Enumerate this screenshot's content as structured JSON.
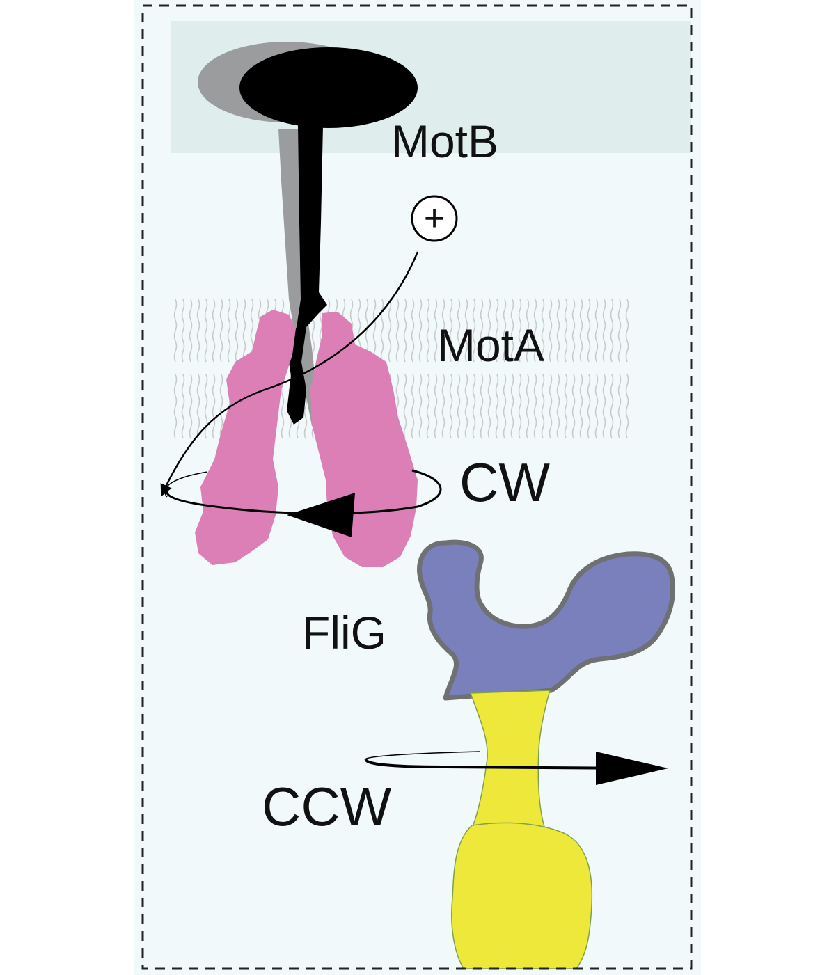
{
  "labels": {
    "motb": "MotB",
    "mota": "MotA",
    "cw": "CW",
    "flig": "FliG",
    "ccw": "CCW",
    "proton": "+"
  },
  "colors": {
    "background": "#f1f9fb",
    "periplasm_band": "#dfeeed",
    "frame_border": "#222222",
    "motb_front": "#000000",
    "motb_back": "#9a9c9e",
    "mota": "#dc7fb6",
    "flig": "#7a80bb",
    "flig_outline": "#6f7073",
    "fli_yellow": "#eee83a",
    "membrane_lipids": "#c8cacc",
    "arrows": "#000000"
  },
  "icons": {
    "proton": "circled-plus-icon"
  }
}
